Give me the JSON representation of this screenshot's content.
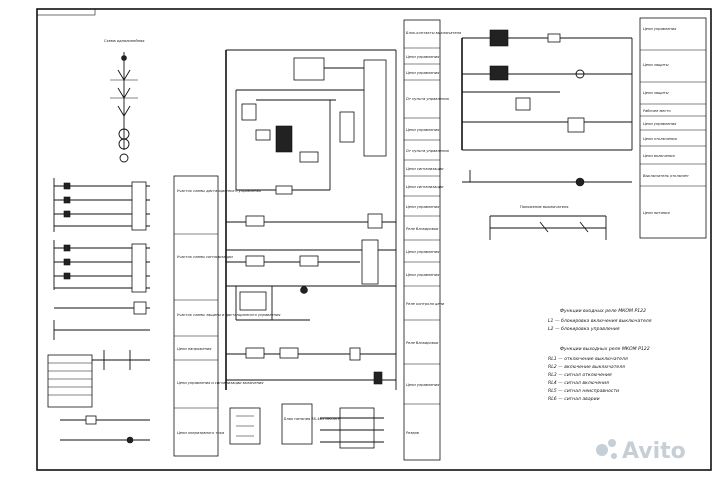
{
  "sheet": {
    "left_column_labels": [
      "Участок схемы дистанционного управления",
      "Участок схемы сигнализации",
      "Участок схемы защиты и дистанционного управления",
      "Цепи напряжения",
      "Цепи управления и сигнализации включения",
      "Цепи оперативного тока"
    ],
    "center_column_labels": [
      "Блок-контакты выключателя",
      "Цепи управления",
      "Цепи управления",
      "От пульта управления",
      "Цепи управления",
      "От пульта управления",
      "Цепи сигнализации",
      "Цепи сигнализации",
      "Цепи управления",
      "Реле блокировки",
      "Цепи управления",
      "Цепи управления",
      "Реле контроля цепи",
      "Реле блокировки",
      "Цепи управления",
      "Резерв"
    ],
    "right_column_labels": [
      "Цепи управления",
      "Цепи защиты",
      "Цепи защиты",
      "Рабочее место",
      "Цепи управления",
      "Цепи отключения",
      "Цепи включения",
      "Выключатель отключен",
      "Цепи питания"
    ],
    "module_caption": "Блок питания RS-485 МКОМ Р122",
    "bottom_diagram_title": "Положение выключателя",
    "notes": {
      "title1": "Функции входных реле МКОМ Р122",
      "l1": "L1 — блокировка включения выключателя",
      "l2": "L2 — блокировка управления",
      "title2": "Функции выходных реле МКОМ Р122",
      "rl": [
        "RL1 — отключение выключателя",
        "RL2 — включение выключателя",
        "RL3 — сигнал отключения",
        "RL4 — сигнал включения",
        "RL5 — сигнал неисправности",
        "RL6 — сигнал аварии"
      ]
    },
    "watermark": "Avito"
  }
}
